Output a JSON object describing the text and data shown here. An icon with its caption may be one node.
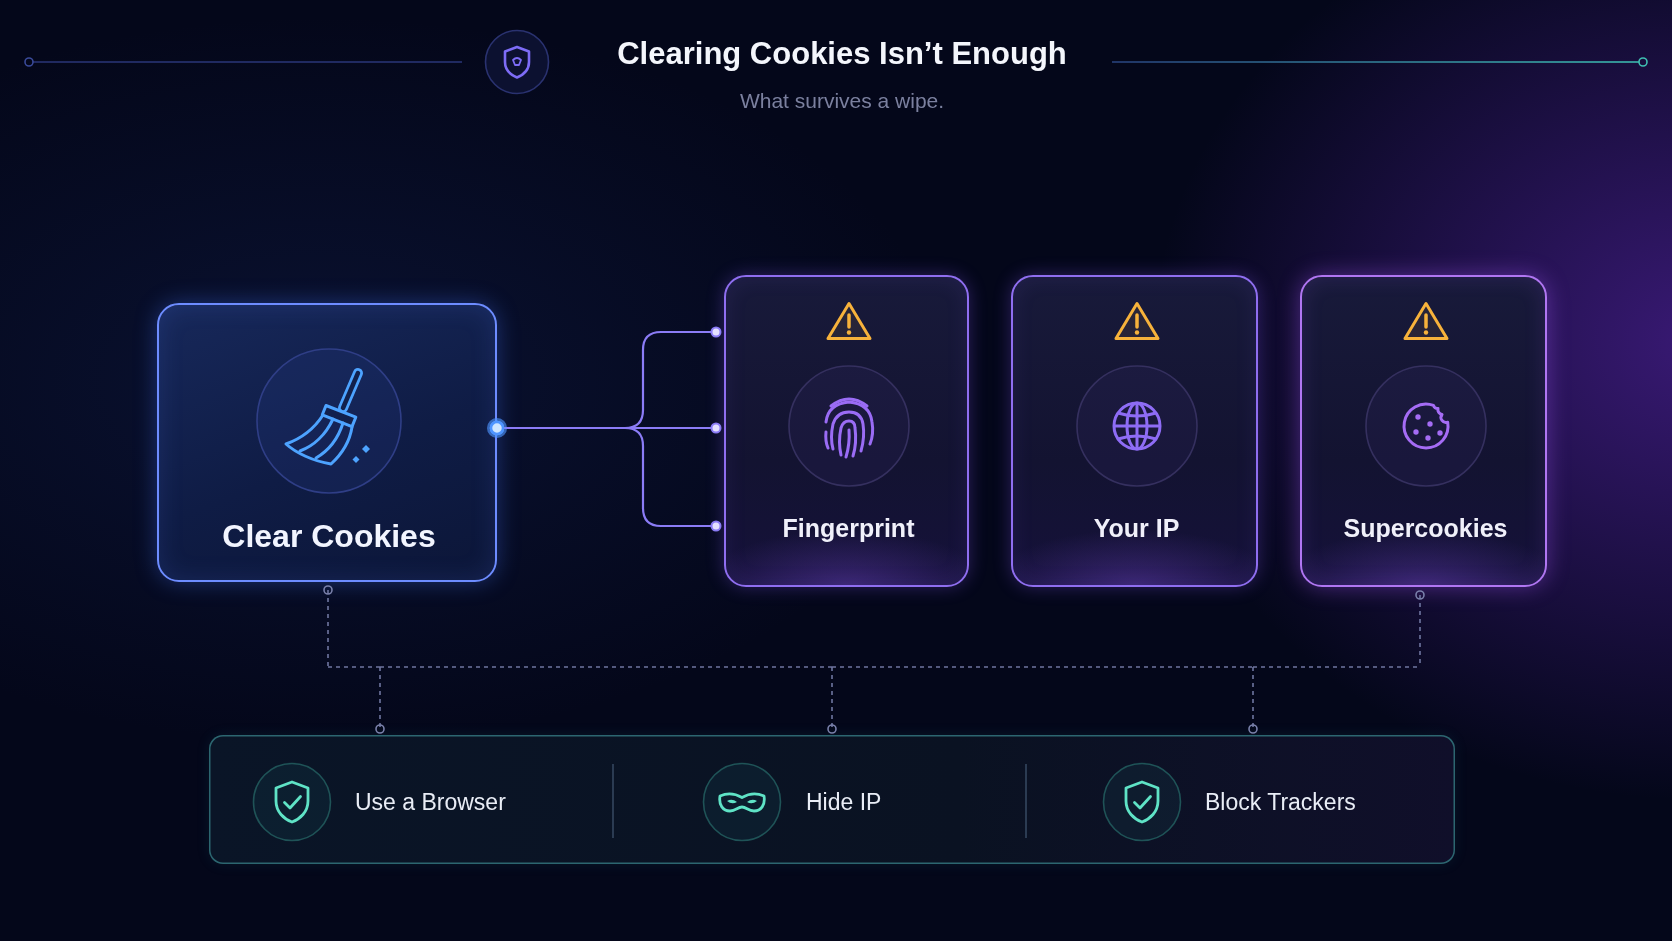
{
  "diagram": {
    "title": "Clearing Cookies Isn’t Enough",
    "nodes": [
      {
        "text": [
          "Clear Cookies"
        ]
      },
      {
        "text": [
          "Fingerprint"
        ]
      },
      {
        "text": [
          "Your IP"
        ]
      },
      {
        "text": [
          "Supercookies"
        ]
      },
      {
        "text": [],
        "shape": "box"
      },
      {
        "text": [
          "Use a Browser"
        ],
        "in": 4
      },
      {
        "text": [
          "Hide IP"
        ],
        "in": 4
      },
      {
        "text": [
          "Block Trackers"
        ],
        "in": 4
      }
    ],
    "edges": [
      {
        "from": 0,
        "to": 1,
        "arrow": "other",
        "color": "#8b7cf6"
      },
      {
        "from": 0,
        "to": 1,
        "arrow": "other",
        "color": "#8b7cf6"
      },
      {
        "from": 0,
        "to": 1,
        "arrow": "other",
        "color": "#8b7cf6"
      },
      {
        "from": 0,
        "to": 5,
        "arrow": "other",
        "style": "dashed"
      },
      {
        "from": 0,
        "to": 6,
        "arrow": "other",
        "style": "dashed"
      },
      {
        "from": 0,
        "to": 7,
        "arrow": "other",
        "style": "dashed"
      },
      {
        "from": 3,
        "to": 5,
        "arrow": "other",
        "style": "dashed"
      },
      {
        "from": 3,
        "to": 6,
        "arrow": "other",
        "style": "dashed"
      },
      {
        "from": 3,
        "to": 7,
        "arrow": "other",
        "style": "dashed"
      }
    ],
    "labels": [
      "What survives a wipe."
    ]
  }
}
